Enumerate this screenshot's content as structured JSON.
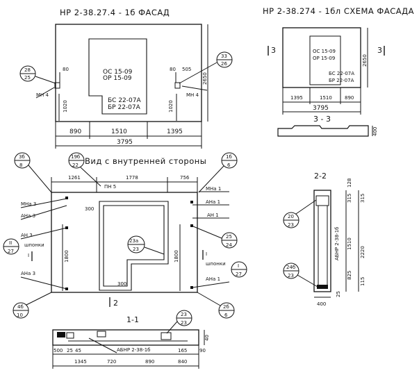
{
  "titles": {
    "facade": "НР 2-38.27.4 - 1б ФАСАД",
    "scheme": "НР 2-38.274 - 1бл СХЕМА ФАСАДА",
    "inner_view": "Вид с внутренней стороны",
    "section_3": "3 - 3",
    "section_2": "2-2",
    "section_1": "1-1"
  },
  "facade": {
    "opening_labels": [
      "ОС 15-09",
      "ОР 15-09"
    ],
    "block_labels": [
      "БС 22-07А",
      "БР 22-07А"
    ],
    "dims": {
      "d80_left": "80",
      "d80_right": "80",
      "d505": "505",
      "d1020_left": "1020",
      "d1020_right": "1020",
      "d2650": "2650",
      "d890": "890",
      "d1510": "1510",
      "d1395": "1395",
      "d3795": "3795"
    },
    "callouts": [
      {
        "top": "28",
        "bottom": "25"
      },
      {
        "top": "33",
        "bottom": "26"
      }
    ],
    "mn_left": "МН 4",
    "mn_right": "МН 4"
  },
  "scheme": {
    "opening_labels": [
      "ОС 15-09",
      "ОР 15-09"
    ],
    "block_labels": [
      "БС 22-07А",
      "БР 22-07А"
    ],
    "cut_left": "3",
    "cut_right": "3",
    "dims": {
      "d1395": "1395",
      "d1510": "1510",
      "d890": "890",
      "d3795": "3795",
      "d2650": "2650",
      "d400": "400"
    }
  },
  "inner": {
    "dims_top": [
      "1261",
      "1778",
      "756"
    ],
    "pn": "ПН 5",
    "callouts": [
      {
        "top": "3б",
        "bottom": "8"
      },
      {
        "top": "19б",
        "bottom": "22"
      },
      {
        "top": "1б",
        "bottom": "6"
      },
      {
        "top": "II",
        "bottom": "27"
      },
      {
        "top": "25",
        "bottom": "24"
      },
      {
        "top": "23а",
        "bottom": "23"
      },
      {
        "top": "I",
        "bottom": "27"
      },
      {
        "top": "4б",
        "bottom": "10"
      },
      {
        "top": "2б",
        "bottom": "6"
      }
    ],
    "left_labels": [
      "МНа 3",
      "АНа 3",
      "АН 3",
      "шпонки",
      "АНа 3"
    ],
    "right_labels": [
      "МНа 1",
      "АНа 1",
      "АН 1",
      "шпонки",
      "АНа 1"
    ],
    "dims_inner": {
      "d300a": "300",
      "d300b": "300",
      "d1800_left": "1800",
      "d1800_right": "1800"
    },
    "cut_marks": {
      "left": "I",
      "right": "I",
      "bottom": "2"
    }
  },
  "sec22": {
    "callouts": [
      {
        "top": "20",
        "bottom": "23"
      },
      {
        "top": "24б",
        "bottom": "23"
      }
    ],
    "label": "АБНР 2-38-1б",
    "dims": [
      "128",
      "315",
      "315",
      "1510",
      "2220",
      "825",
      "115",
      "25",
      "400"
    ]
  },
  "sec11": {
    "callouts": [
      {
        "top": "23",
        "bottom": "23"
      }
    ],
    "label": "АБНР 2-38-1б",
    "dims_top": [
      "500",
      "25",
      "45",
      "720",
      "890",
      "165",
      "90"
    ],
    "dims_bottom": [
      "1345",
      "840"
    ],
    "dim_right": "40"
  }
}
